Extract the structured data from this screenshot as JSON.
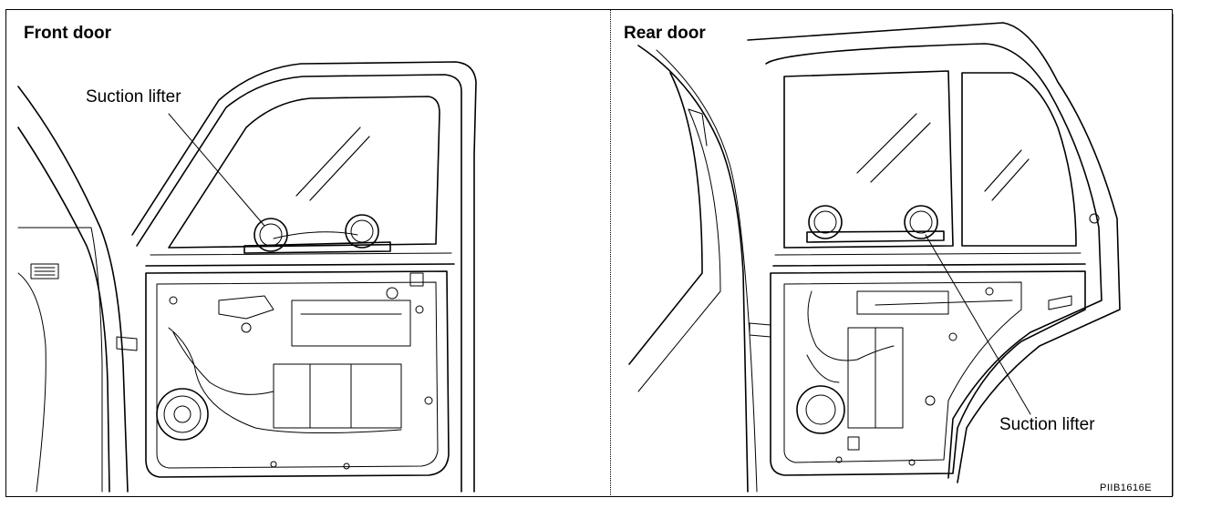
{
  "panels": [
    {
      "title": "Front door",
      "callout": "Suction lifter"
    },
    {
      "title": "Rear door",
      "callout": "Suction lifter"
    }
  ],
  "figure_code": "PIIB1616E",
  "colors": {
    "line": "#000000",
    "background": "#ffffff"
  }
}
